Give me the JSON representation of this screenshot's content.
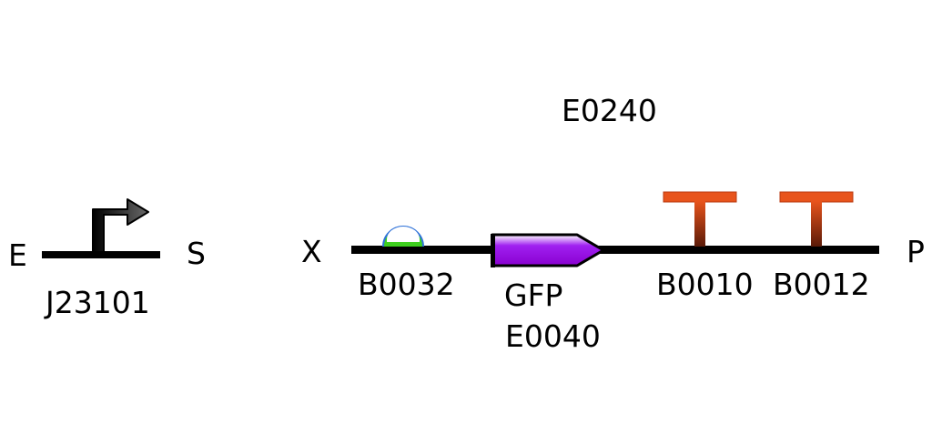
{
  "colors": {
    "backbone": "#000000",
    "rbs_top": "#2f72d8",
    "rbs_fill": "#3ecf1e",
    "cds_fill": "#9b00e8",
    "terminator_top": "#e8541c",
    "terminator_stem": "#8a2a10",
    "promoter_arrow": "#1a1a1a"
  },
  "promoter_construct": {
    "left_site": "E",
    "right_site": "S",
    "part_name": "J23101",
    "promoter_icon": "promoter-arrow-icon"
  },
  "device_construct": {
    "device_name": "E0240",
    "left_site": "X",
    "right_site": "P",
    "rbs": {
      "name": "B0032",
      "icon": "rbs-icon"
    },
    "cds": {
      "name": "GFP",
      "id": "E0040",
      "icon": "cds-arrow-icon"
    },
    "terminators": [
      {
        "name": "B0010",
        "icon": "terminator-icon"
      },
      {
        "name": "B0012",
        "icon": "terminator-icon"
      }
    ]
  }
}
